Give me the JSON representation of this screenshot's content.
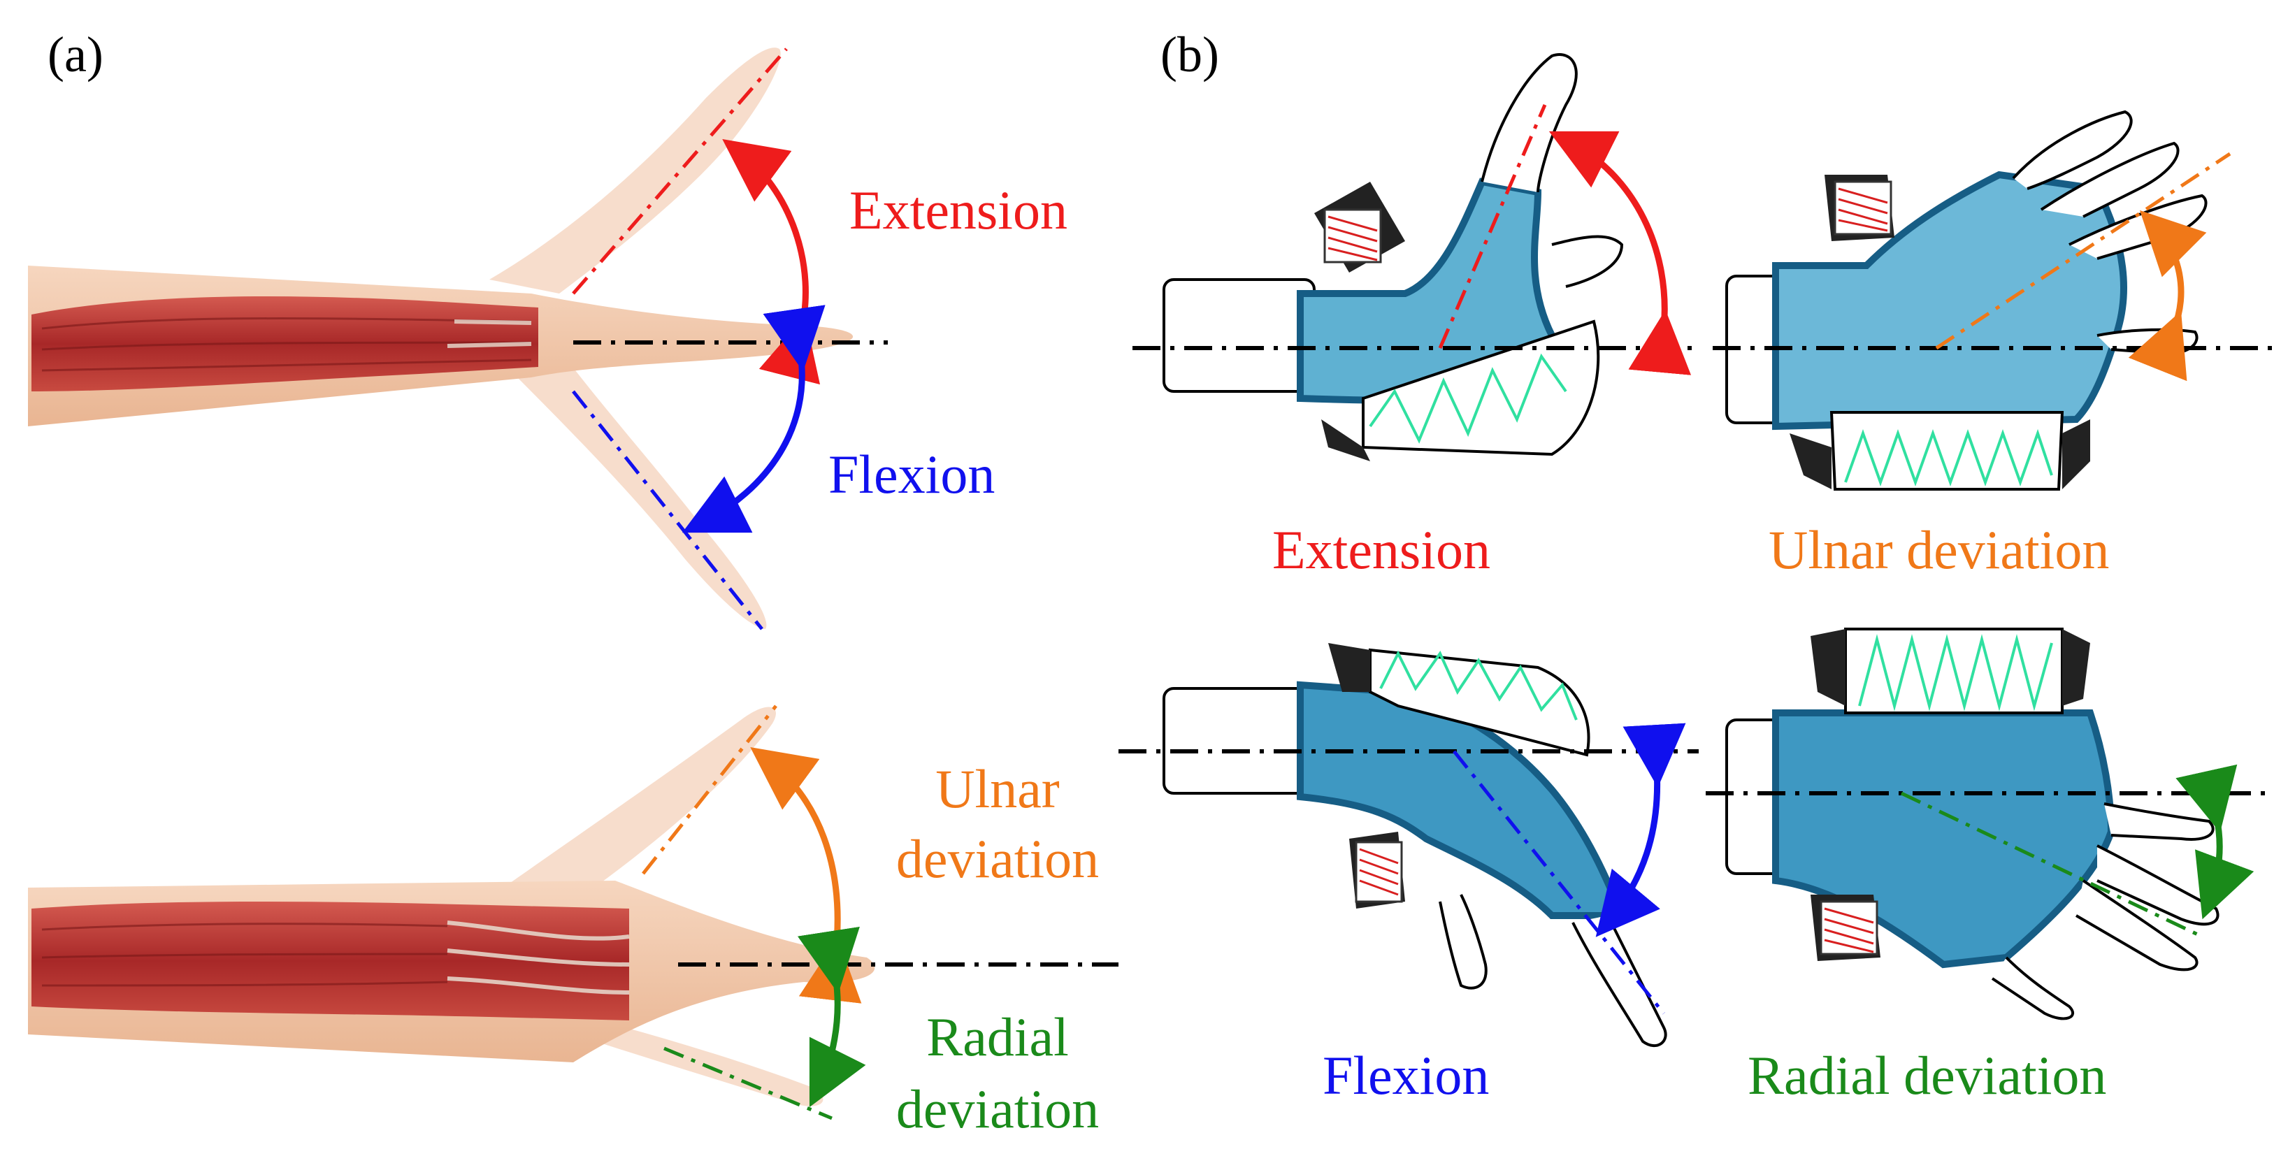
{
  "panels": {
    "a": "(a)",
    "b": "(b)"
  },
  "panel_a": {
    "extension": "Extension",
    "flexion": "Flexion",
    "ulnar_line1": "Ulnar",
    "ulnar_line2": "deviation",
    "radial_line1": "Radial",
    "radial_line2": "deviation"
  },
  "panel_b": {
    "extension": "Extension",
    "ulnar_deviation": "Ulnar deviation",
    "flexion": "Flexion",
    "radial_deviation": "Radial deviation"
  },
  "colors": {
    "extension": "#ee1c1c",
    "flexion": "#1010ee",
    "ulnar": "#f07818",
    "radial": "#1a8a1a",
    "glove": "#4aa3c8",
    "spring_red": "#d82020",
    "spring_green": "#30e0a0",
    "muscle": "#b83030",
    "skin": "#f1c7a8"
  }
}
